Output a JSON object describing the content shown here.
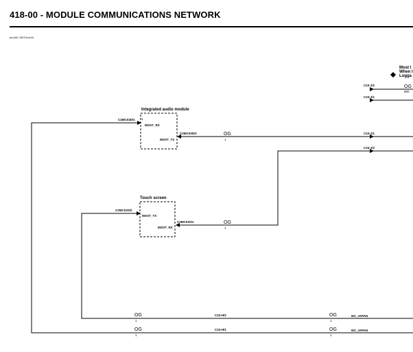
{
  "header": {
    "title": "418-00 - MODULE COMMUNICATIONS NETWORK",
    "doc_id": "pho40r-7607l4-en0l"
  },
  "note": {
    "line1": "Most l",
    "line2": "When l",
    "line3": "Lugga"
  },
  "modules": {
    "audio": {
      "name": "Integrated audio module",
      "rx": "MOST_RX",
      "tx": "MOST_TX",
      "rx_conn": "C2MC03D/1",
      "tx_conn": "C2MC03D/2"
    },
    "touch": {
      "name": "Touch screen",
      "tx": "MOST_TX",
      "rx": "MOST_RX",
      "tx_conn": "C2MC03S/2",
      "rx_conn": "C2MC03S/1"
    }
  },
  "wires": {
    "audio_out": {
      "color": "OG",
      "num": "1"
    },
    "touch_out": {
      "color": "OG",
      "num": "1"
    },
    "bottom1": {
      "color1": "OG",
      "num1": "1",
      "connector": "C23-H/2",
      "color2": "OG",
      "num2": "1",
      "tag": "NO_JAPAN"
    },
    "bottom2": {
      "color1": "OG",
      "num1": "1",
      "connector": "C23-H/1",
      "color2": "OG",
      "num2": "1",
      "tag": "NO_JAPAN"
    }
  },
  "right_connectors": {
    "c1": "C23-J/2",
    "c1_color": "OG",
    "c1_num": "800",
    "c2": "C23-J/1",
    "c3": "C23-J/1",
    "c4": "C23-J/2"
  }
}
